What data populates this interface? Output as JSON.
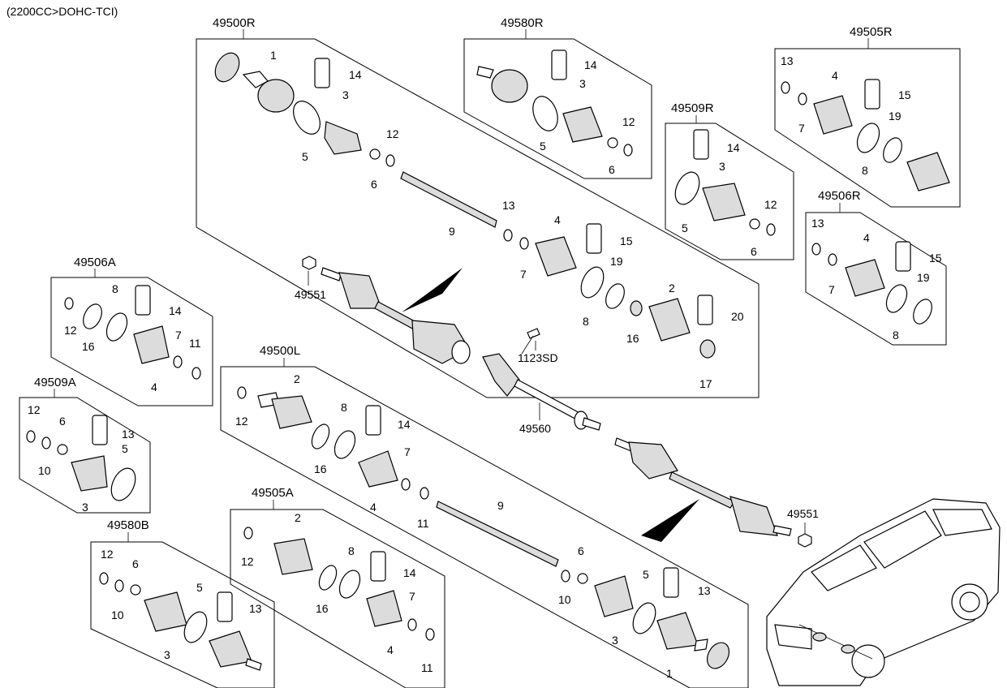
{
  "header": "(2200CC>DOHC-TCI)",
  "groups": {
    "g49500R": "49500R",
    "g49580R": "49580R",
    "g49505R": "49505R",
    "g49509R": "49509R",
    "g49506R": "49506R",
    "g49506A": "49506A",
    "g49509A": "49509A",
    "g49500L": "49500L",
    "g49505A": "49505A",
    "g49580B": "49580B"
  },
  "parts": {
    "p49551": "49551",
    "p1123SD": "1123SD",
    "p49560": "49560"
  },
  "labels": {
    "l1": "1",
    "l2": "2",
    "l3": "3",
    "l4": "4",
    "l5": "5",
    "l6": "6",
    "l7": "7",
    "l8": "8",
    "l9": "9",
    "l10": "10",
    "l11": "11",
    "l12": "12",
    "l13": "13",
    "l14": "14",
    "l15": "15",
    "l16": "16",
    "l17": "17",
    "l19": "19",
    "l20": "20"
  },
  "colors": {
    "line": "#000000",
    "shade": "#dcdcdc",
    "background": "#ffffff"
  }
}
